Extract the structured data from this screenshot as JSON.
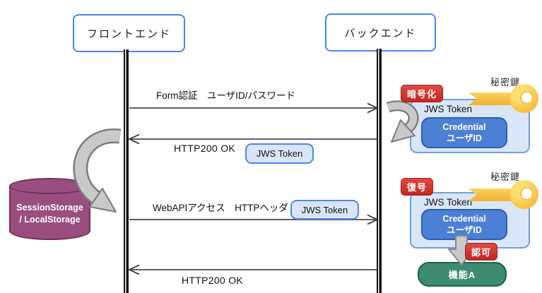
{
  "palette": {
    "accent_blue": "#4A86E8",
    "token_fill": "#D9E6F8",
    "credential_blue": "#4C7FD6",
    "badge_red": "#CF312E",
    "storage_purple": "#9A4E7E",
    "key_gold": "#F5BE37",
    "arrow_gray": "#C9C9C9",
    "function_green": "#3D8C72"
  },
  "actors": {
    "frontend": "フロントエンド",
    "backend": "バックエンド"
  },
  "messages": {
    "m1": {
      "label": "Form認証　ユーザID/パスワード"
    },
    "m2": {
      "label": "HTTP200 OK",
      "badge": "JWS Token"
    },
    "m3": {
      "label": "WebAPIアクセス　HTTPヘッダ",
      "badge": "JWS Token"
    },
    "m4": {
      "label": "HTTP200 OK"
    }
  },
  "storage": {
    "line1": "SessionStorage",
    "line2": "/ LocalStorage"
  },
  "encrypt_group": {
    "badge": "暗号化",
    "key_label": "秘密鍵",
    "token_label": "JWS Token",
    "credential_line1": "Credential",
    "credential_line2": "ユーザID"
  },
  "decrypt_group": {
    "badge": "復号",
    "key_label": "秘密鍵",
    "token_label": "JWS Token",
    "credential_line1": "Credential",
    "credential_line2": "ユーザID",
    "auth_badge": "認可",
    "function_label": "機能A"
  }
}
